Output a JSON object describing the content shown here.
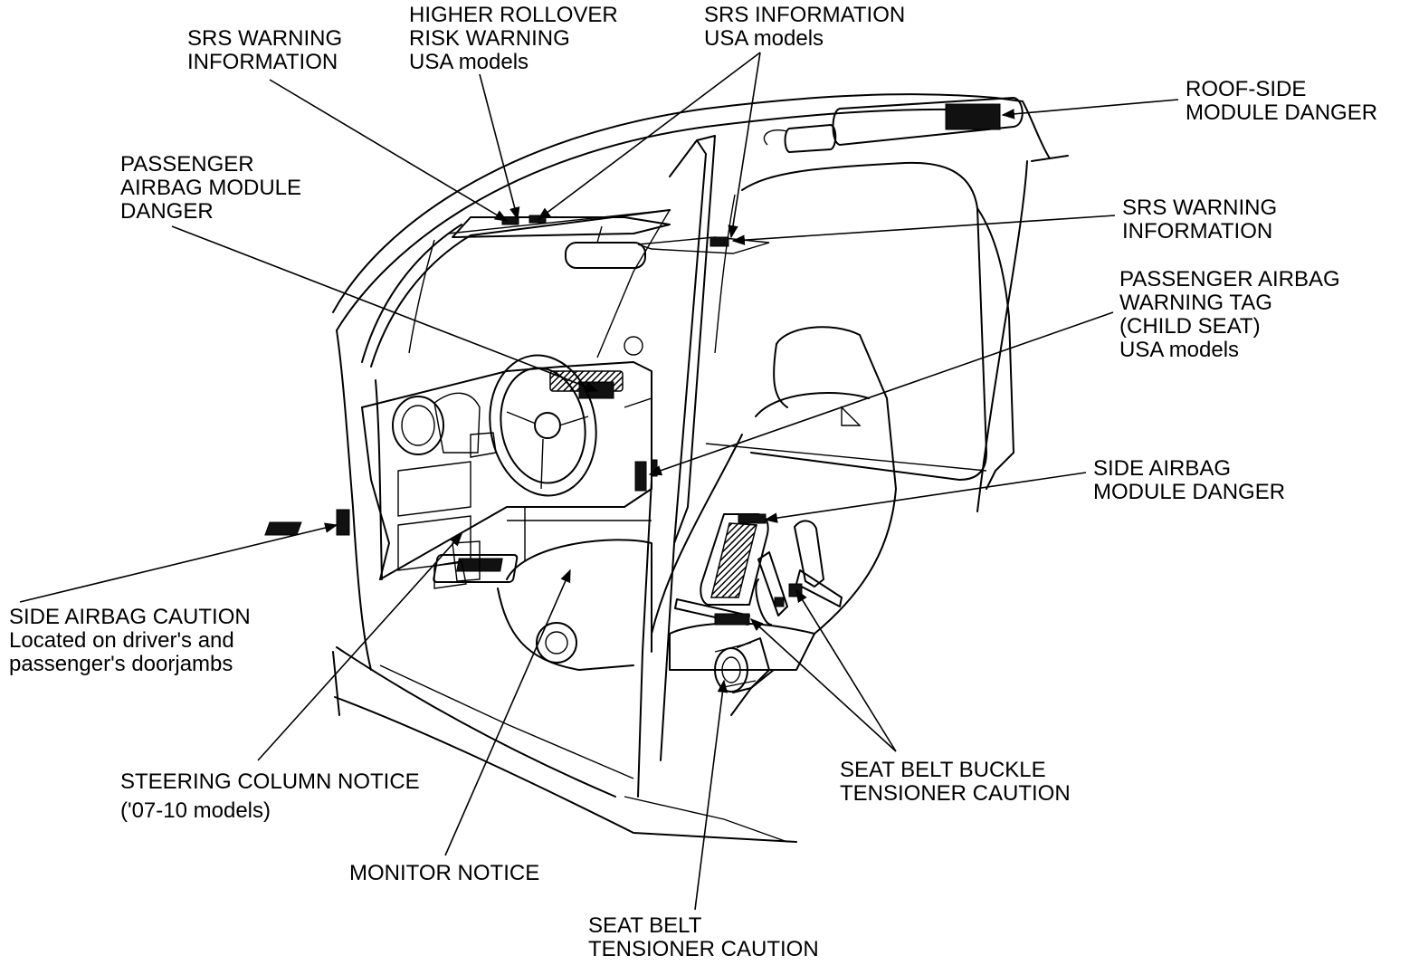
{
  "labels": {
    "srs_warning_information_top": [
      "SRS WARNING",
      "INFORMATION"
    ],
    "higher_rollover": [
      "HIGHER ROLLOVER",
      "RISK WARNING",
      "USA models"
    ],
    "srs_information": [
      "SRS INFORMATION",
      "USA models"
    ],
    "roof_side_module": [
      "ROOF-SIDE",
      "MODULE DANGER"
    ],
    "passenger_airbag_module": [
      "PASSENGER",
      "AIRBAG MODULE",
      "DANGER"
    ],
    "srs_warning_information_right": [
      "SRS WARNING",
      "INFORMATION"
    ],
    "passenger_airbag_tag": [
      "PASSENGER AIRBAG",
      "WARNING TAG",
      "(CHILD SEAT)",
      "USA models"
    ],
    "side_airbag_module": [
      "SIDE AIRBAG",
      "MODULE DANGER"
    ],
    "side_airbag_caution": [
      "SIDE AIRBAG CAUTION",
      "Located on driver's and",
      "passenger's doorjambs"
    ],
    "steering_column_notice": [
      "STEERING COLUMN NOTICE",
      "('07-10 models)"
    ],
    "monitor_notice": [
      "MONITOR NOTICE"
    ],
    "seat_belt_buckle": [
      "SEAT BELT BUCKLE",
      "TENSIONER CAUTION"
    ],
    "seat_belt_tensioner": [
      "SEAT BELT",
      "TENSIONER CAUTION"
    ]
  }
}
